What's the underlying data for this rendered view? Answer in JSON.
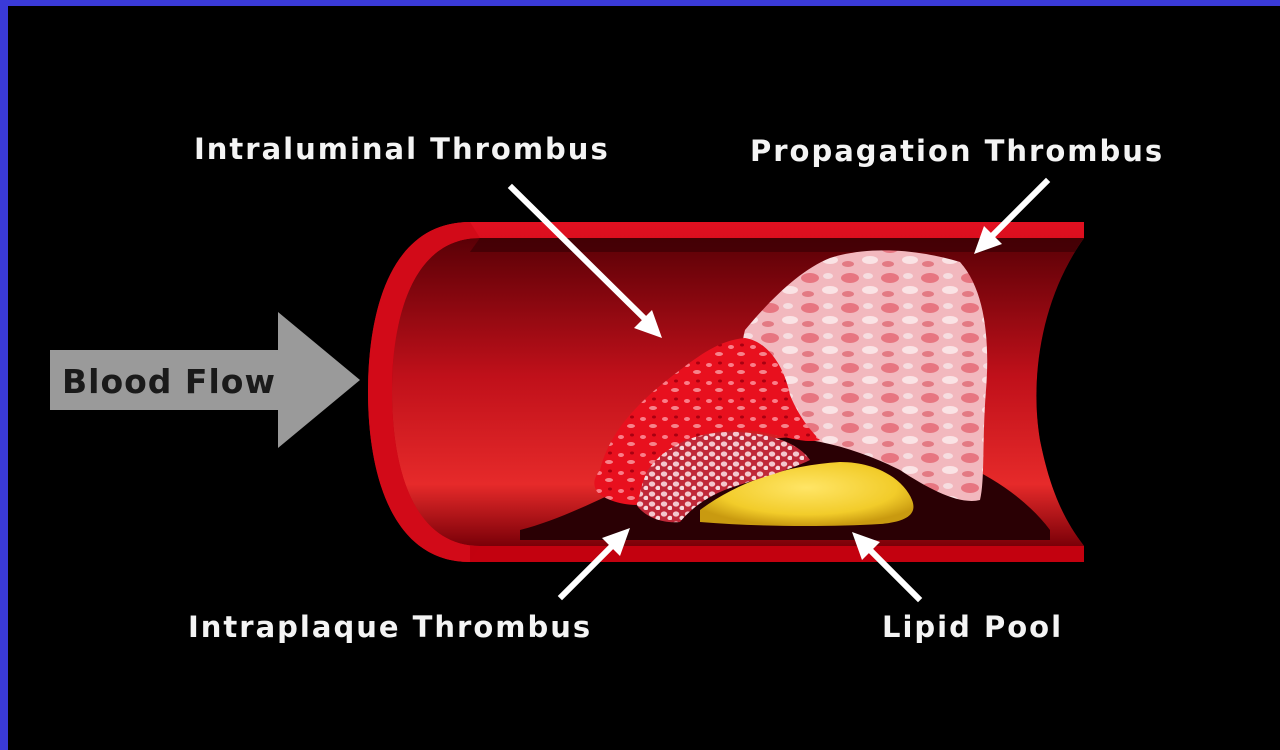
{
  "labels": {
    "intraluminal": "Intraluminal Thrombus",
    "propagation": "Propagation Thrombus",
    "intraplaque": "Intraplaque Thrombus",
    "lipid_pool": "Lipid Pool",
    "blood_flow": "Blood Flow"
  },
  "colors": {
    "background": "#000000",
    "border": "#3a3ad8",
    "vessel_wall": "#b80010",
    "lumen": "#c0101a",
    "lipid": "#f2d23a",
    "propagation_thrombus": "#f0b6bc",
    "intraluminal_thrombus": "#e0101c",
    "arrow": "#ffffff",
    "flow_arrow": "#9a9a9a"
  }
}
